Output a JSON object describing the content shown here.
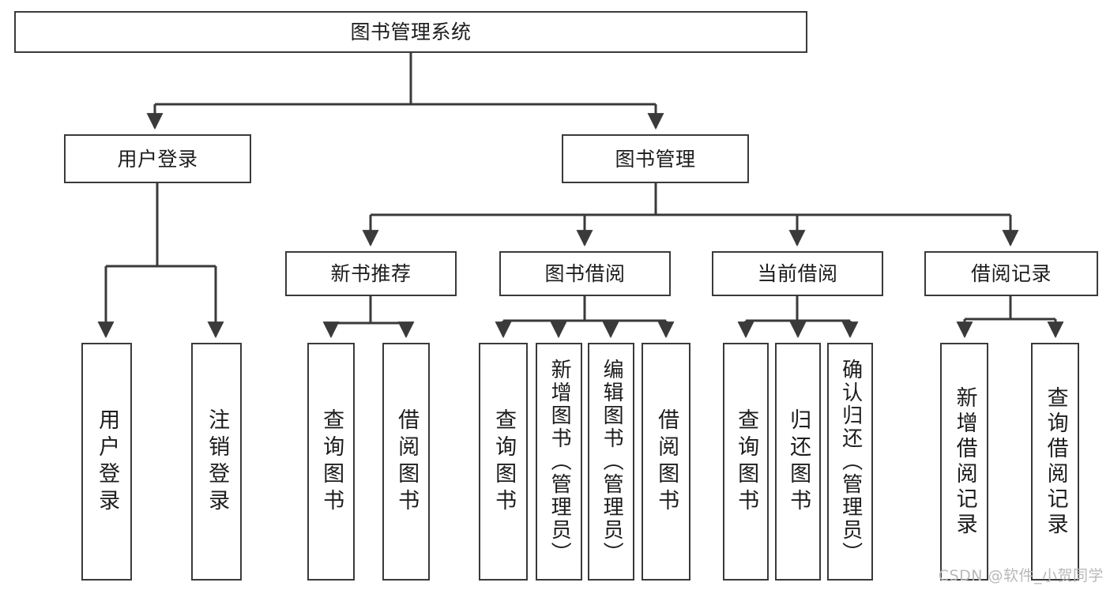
{
  "diagram": {
    "type": "tree",
    "title": "图书管理系统",
    "orientation": "top-down",
    "line_color": "#3a3a3a",
    "box_fill": "#ffffff",
    "text_color": "#1c1c1c"
  },
  "nodes": {
    "root": {
      "label": "图书管理系统",
      "level": 1
    },
    "user_login": {
      "label": "用户登录",
      "level": 2
    },
    "book_manage": {
      "label": "图书管理",
      "level": 2
    },
    "new_book_rec": {
      "label": "新书推荐",
      "level": 3
    },
    "book_borrow": {
      "label": "图书借阅",
      "level": 3
    },
    "current_borrow": {
      "label": "当前借阅",
      "level": 3
    },
    "borrow_record": {
      "label": "借阅记录",
      "level": 3
    },
    "leaf_user_login": {
      "label": "用户登录",
      "level": 3
    },
    "leaf_logout": {
      "label": "注销登录",
      "level": 3
    },
    "leaf_query_book_a": {
      "label": "查询图书",
      "level": 4
    },
    "leaf_borrow_book_a": {
      "label": "借阅图书",
      "level": 4
    },
    "leaf_query_book_b": {
      "label": "查询图书",
      "level": 4
    },
    "leaf_add_book": {
      "label": "新增图书（管理员）",
      "level": 4
    },
    "leaf_edit_book": {
      "label": "编辑图书（管理员）",
      "level": 4
    },
    "leaf_borrow_book_b": {
      "label": "借阅图书",
      "level": 4
    },
    "leaf_query_book_c": {
      "label": "查询图书",
      "level": 4
    },
    "leaf_return_book": {
      "label": "归还图书",
      "level": 4
    },
    "leaf_confirm_return": {
      "label": "确认归还（管理员）",
      "level": 4
    },
    "leaf_add_record": {
      "label": "新增借阅记录",
      "level": 4
    },
    "leaf_query_record": {
      "label": "查询借阅记录",
      "level": 4
    }
  },
  "watermark": {
    "text": "CSDN @软件_小贺同学"
  }
}
